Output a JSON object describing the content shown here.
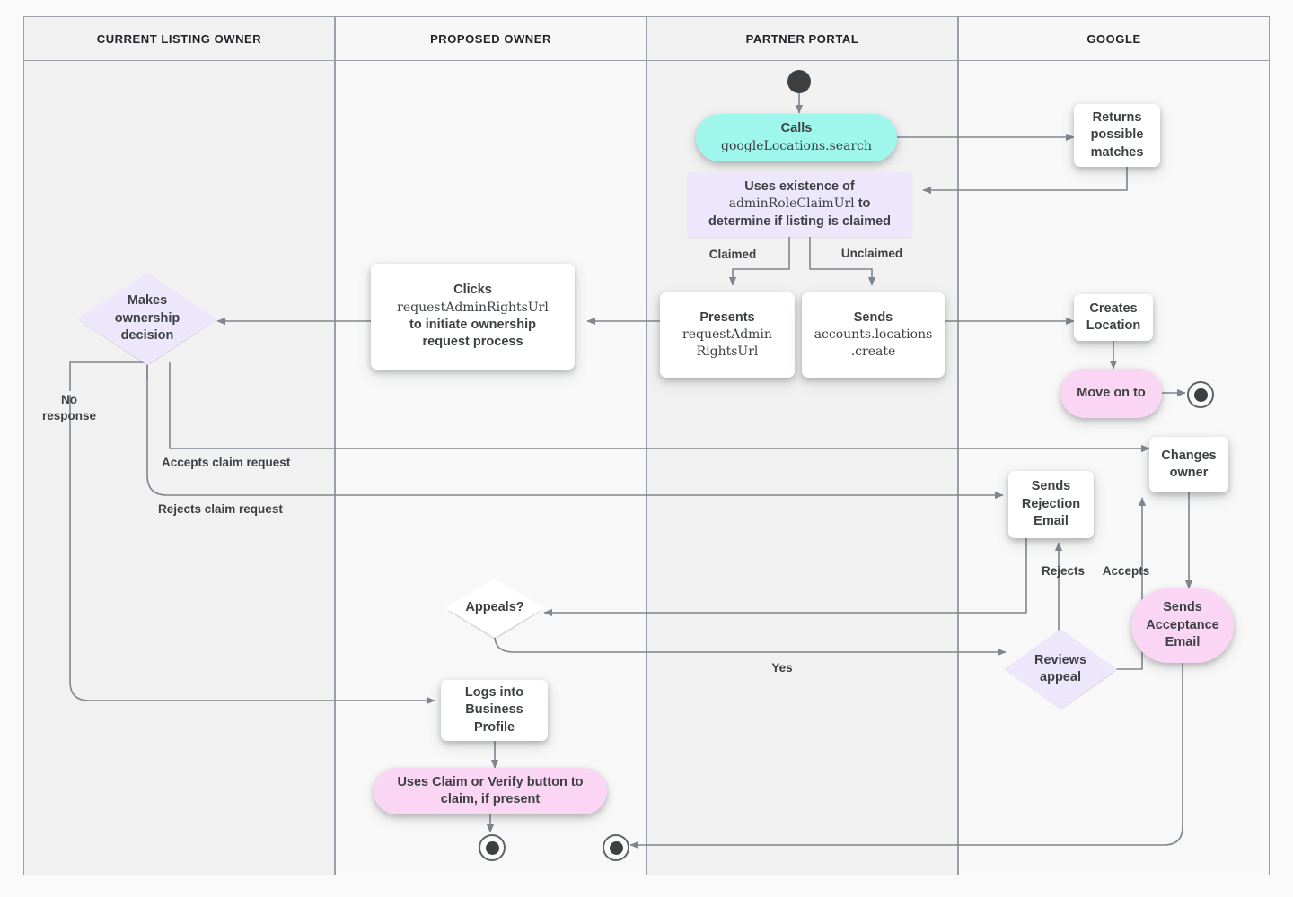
{
  "diagram": {
    "title": "Business Profile listing ownership transfer flow",
    "colors": {
      "background": "#fafafa",
      "lane_border": "#9aa0a6",
      "lane_fill_odd": "#f1f1f1",
      "lane_fill_even": "#f8f8f8",
      "teal": "#9ff6ec",
      "pink": "#fbd6f4",
      "lavender": "#ece7fa",
      "white": "#ffffff",
      "text": "#3c4043",
      "edge": "#80868b"
    }
  },
  "lanes": [
    {
      "label": "CURRENT LISTING OWNER"
    },
    {
      "label": "PROPOSED OWNER"
    },
    {
      "label": "PARTNER PORTAL"
    },
    {
      "label": "GOOGLE"
    }
  ],
  "nodes": {
    "start_partner": "start-node",
    "calls_search": {
      "line1": "Calls",
      "line2": "googleLocations.search"
    },
    "returns_matches": "Returns possible matches",
    "uses_existence": {
      "pre": "Uses existence of",
      "code": "adminRoleClaimUrl",
      "mid": " to",
      "post": "determine if listing is claimed"
    },
    "presents_url": {
      "line1": "Presents",
      "code1": "requestAdmin",
      "code2": "RightsUrl"
    },
    "sends_create": {
      "line1": "Sends",
      "code1": "accounts.locations",
      "code2": ".create"
    },
    "clicks_url": {
      "line1": "Clicks",
      "code": "requestAdminRightsUrl",
      "line2": "to initiate ownership",
      "line3": "request process"
    },
    "makes_decision": "Makes ownership decision",
    "creates_location": "Creates Location",
    "move_on_to": "Move on to",
    "changes_owner": "Changes owner",
    "sends_rejection": "Sends Rejection Email",
    "sends_acceptance": "Sends Acceptance Email",
    "appeals": "Appeals?",
    "reviews_appeal": "Reviews appeal",
    "logs_in": "Logs into Business Profile",
    "uses_claim": "Uses Claim or Verify button to claim, if present"
  },
  "edge_labels": {
    "claimed": "Claimed",
    "unclaimed": "Unclaimed",
    "no_response": "No response",
    "accepts_claim": "Accepts claim request",
    "rejects_claim": "Rejects claim request",
    "rejects": "Rejects",
    "accepts": "Accepts",
    "yes": "Yes"
  }
}
